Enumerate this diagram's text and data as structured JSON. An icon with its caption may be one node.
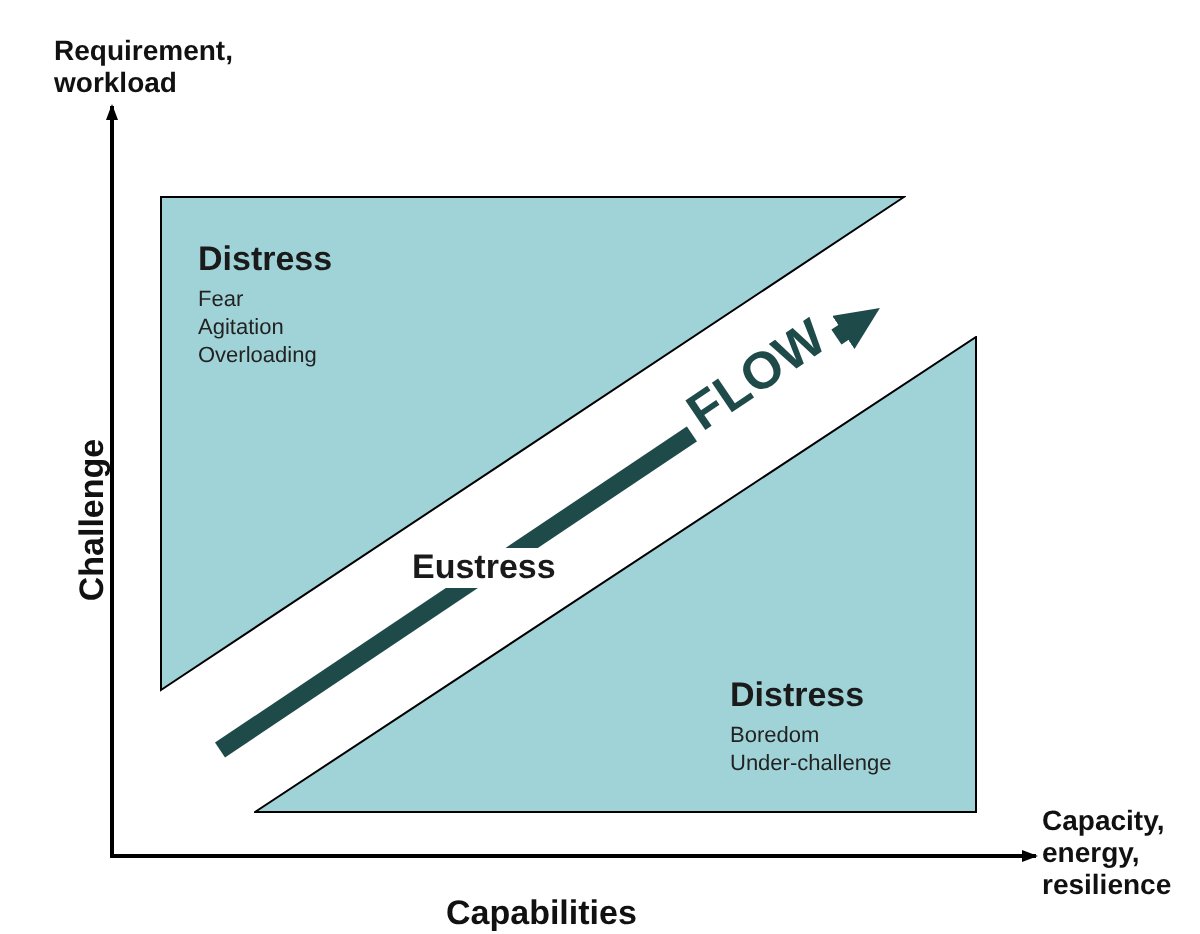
{
  "diagram": {
    "nodes": [
      {
        "text": [
          "Distress",
          "Fear",
          "Agitation",
          "Overloading"
        ]
      },
      {
        "text": [
          "Distress",
          "Boredom",
          "Under-challenge"
        ]
      }
    ],
    "edges": [],
    "labels": [
      "Requirement, workload",
      "FLOW",
      "Challenge",
      "Eustress",
      "Capacity, energy, resilience",
      "Capabilities"
    ]
  }
}
